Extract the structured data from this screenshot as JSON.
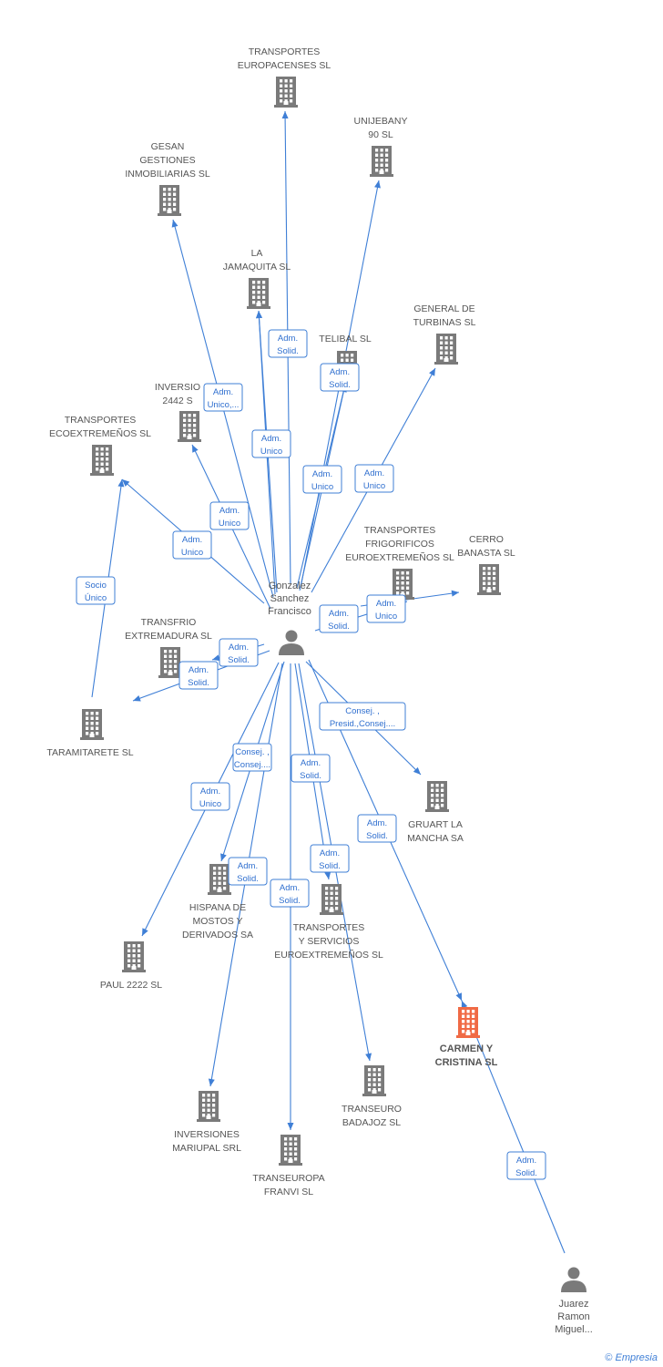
{
  "colors": {
    "edge": "#3f7fd6",
    "node": "#7a7a7a",
    "main": "#f06a45",
    "label": "#555555"
  },
  "nodes": [
    {
      "id": "transportes_europacenses",
      "kind": "company",
      "lines": [
        "TRANSPORTES",
        "EUROPACENSES SL"
      ]
    },
    {
      "id": "unijebany",
      "kind": "company",
      "lines": [
        "UNIJEBANY",
        "90 SL"
      ]
    },
    {
      "id": "gesan",
      "kind": "company",
      "lines": [
        "GESAN",
        "GESTIONES",
        "INMOBILIARIAS SL"
      ]
    },
    {
      "id": "la_jamaquita",
      "kind": "company",
      "lines": [
        "LA",
        "JAMAQUITA SL"
      ]
    },
    {
      "id": "general_turbinas",
      "kind": "company",
      "lines": [
        "GENERAL DE",
        "TURBINAS SL"
      ]
    },
    {
      "id": "telibal",
      "kind": "company",
      "lines": [
        "TELIBAL SL"
      ]
    },
    {
      "id": "inversiones_2442",
      "kind": "company",
      "lines": [
        "INVERSIO",
        "2442 S"
      ]
    },
    {
      "id": "transportes_ecoextremenos",
      "kind": "company",
      "lines": [
        "TRANSPORTES",
        "ECOEXTREMEÑOS SL"
      ]
    },
    {
      "id": "transportes_frigorificos",
      "kind": "company",
      "lines": [
        "TRANSPORTES",
        "FRIGORIFICOS",
        "EUROEXTREMEÑOS SL"
      ]
    },
    {
      "id": "cerro_banasta",
      "kind": "company",
      "lines": [
        "CERRO",
        "BANASTA SL"
      ]
    },
    {
      "id": "transfrio",
      "kind": "company",
      "lines": [
        "TRANSFRIO",
        "EXTREMADURA SL"
      ]
    },
    {
      "id": "taramitarete",
      "kind": "company",
      "lines": [
        "TARAMITARETE SL"
      ]
    },
    {
      "id": "gruart",
      "kind": "company",
      "lines": [
        "GRUART LA",
        "MANCHA SA"
      ]
    },
    {
      "id": "hispana_mostos",
      "kind": "company",
      "lines": [
        "HISPANA DE",
        "MOSTOS Y",
        "DERIVADOS SA"
      ]
    },
    {
      "id": "transportes_servicios",
      "kind": "company",
      "lines": [
        "TRANSPORTES",
        "Y SERVICIOS",
        "EUROEXTREMEÑOS SL"
      ]
    },
    {
      "id": "paul_2222",
      "kind": "company",
      "lines": [
        "PAUL 2222 SL"
      ]
    },
    {
      "id": "carmen_cristina",
      "kind": "main",
      "lines": [
        "CARMEN Y",
        "CRISTINA SL"
      ]
    },
    {
      "id": "transeuro_badajoz",
      "kind": "company",
      "lines": [
        "TRANSEURO",
        "BADAJOZ SL"
      ]
    },
    {
      "id": "inversiones_mariupal",
      "kind": "company",
      "lines": [
        "INVERSIONES",
        "MARIUPAL SRL"
      ]
    },
    {
      "id": "transeuropa_franvi",
      "kind": "company",
      "lines": [
        "TRANSEUROPA",
        "FRANVI SL"
      ]
    },
    {
      "id": "gonzalez",
      "kind": "person",
      "lines": [
        "Gonzalez",
        "Sanchez",
        "Francisco"
      ]
    },
    {
      "id": "juarez",
      "kind": "person",
      "lines": [
        "Juarez",
        "Ramon",
        "Miguel..."
      ]
    }
  ],
  "edges": [
    {
      "from": "gonzalez",
      "to": "transportes_europacenses",
      "role": []
    },
    {
      "from": "gonzalez",
      "to": "unijebany",
      "role": []
    },
    {
      "from": "gonzalez",
      "to": "gesan",
      "role": [
        "Adm.",
        "Unico,..."
      ]
    },
    {
      "from": "gonzalez",
      "to": "la_jamaquita",
      "role": [
        "Adm.",
        "Solid."
      ]
    },
    {
      "from": "gonzalez",
      "to": "la_jamaquita",
      "role": [
        "Adm.",
        "Unico"
      ]
    },
    {
      "from": "gonzalez",
      "to": "telibal",
      "role": [
        "Adm.",
        "Solid."
      ]
    },
    {
      "from": "gonzalez",
      "to": "telibal",
      "role": [
        "Adm.",
        "Unico"
      ]
    },
    {
      "from": "gonzalez",
      "to": "general_turbinas",
      "role": [
        "Adm.",
        "Unico"
      ]
    },
    {
      "from": "gonzalez",
      "to": "inversiones_2442",
      "role": [
        "Adm.",
        "Unico"
      ]
    },
    {
      "from": "gonzalez",
      "to": "transportes_ecoextremenos",
      "role": [
        "Adm.",
        "Unico"
      ]
    },
    {
      "from": "gonzalez",
      "to": "transportes_frigorificos",
      "role": [
        "Adm.",
        "Solid."
      ]
    },
    {
      "from": "gonzalez",
      "to": "cerro_banasta",
      "role": [
        "Adm.",
        "Unico"
      ]
    },
    {
      "from": "gonzalez",
      "to": "transfrio",
      "role": [
        "Adm.",
        "Solid."
      ]
    },
    {
      "from": "gonzalez",
      "to": "taramitarete",
      "role": [
        "Adm.",
        "Solid."
      ]
    },
    {
      "from": "taramitarete",
      "to": "transportes_ecoextremenos",
      "role": [
        "Socio",
        "Único"
      ]
    },
    {
      "from": "gonzalez",
      "to": "gruart",
      "role": [
        "Consej. ,",
        "Presid.,Consej...."
      ]
    },
    {
      "from": "gonzalez",
      "to": "hispana_mostos",
      "role": [
        "Consej. ,",
        "Consej...."
      ]
    },
    {
      "from": "gonzalez",
      "to": "paul_2222",
      "role": [
        "Adm.",
        "Unico"
      ]
    },
    {
      "from": "gonzalez",
      "to": "transportes_servicios",
      "role": [
        "Adm.",
        "Solid."
      ]
    },
    {
      "from": "gonzalez",
      "to": "transeuro_badajoz",
      "role": [
        "Adm.",
        "Solid."
      ]
    },
    {
      "from": "gonzalez",
      "to": "inversiones_mariupal",
      "role": [
        "Adm.",
        "Solid."
      ]
    },
    {
      "from": "gonzalez",
      "to": "transeuropa_franvi",
      "role": [
        "Adm.",
        "Solid."
      ]
    },
    {
      "from": "gonzalez",
      "to": "carmen_cristina",
      "role": [
        "Adm.",
        "Solid."
      ]
    },
    {
      "from": "juarez",
      "to": "carmen_cristina",
      "role": [
        "Adm.",
        "Solid."
      ]
    }
  ],
  "footer": {
    "copyright": "©",
    "brand": "Empresia"
  }
}
